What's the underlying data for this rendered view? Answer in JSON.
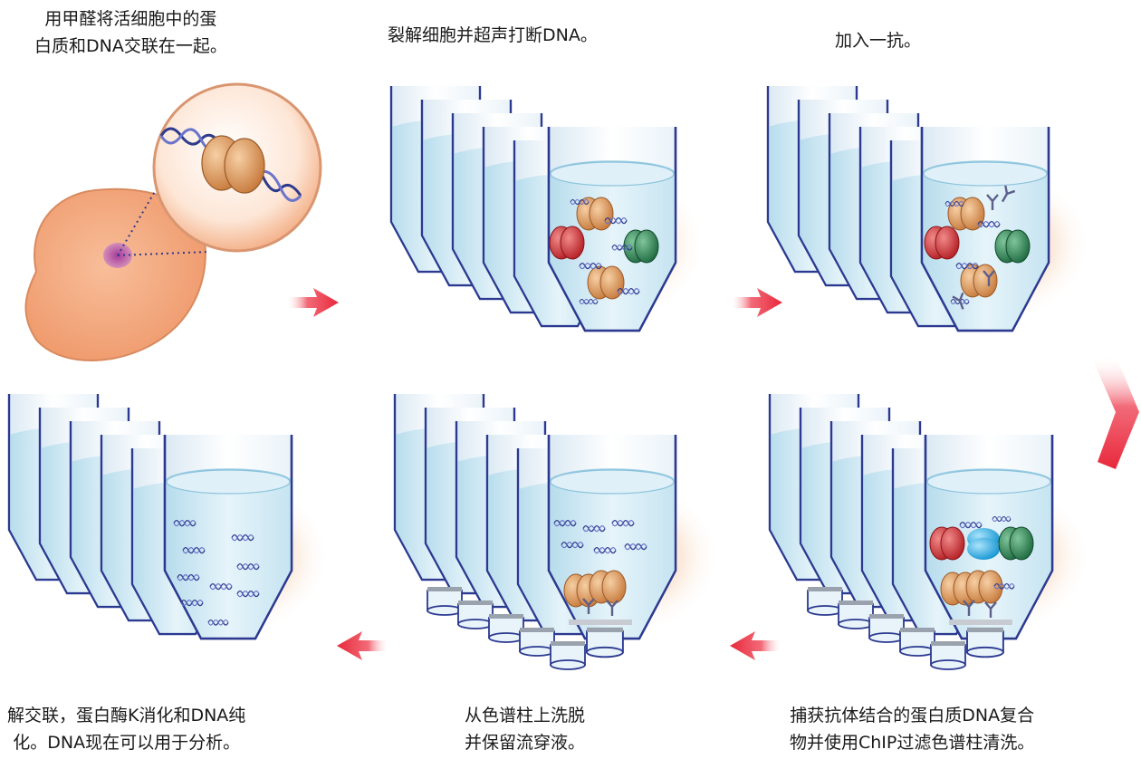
{
  "steps": [
    {
      "line1": "用甲醛将活细胞中的蛋",
      "line2": "白质和DNA交联在一起。"
    },
    {
      "line1": "裂解细胞并超声打断DNA。",
      "line2": ""
    },
    {
      "line1": "加入一抗。",
      "line2": ""
    },
    {
      "line1": "捕获抗体结合的蛋白质DNA复合",
      "line2": "物并使用ChIP过滤色谱柱清洗。"
    },
    {
      "line1": "从色谱柱上洗脱",
      "line2": "并保留流穿液。"
    },
    {
      "line1": "解交联，蛋白酶K消化和DNA纯",
      "line2": "化。DNA现在可以用于分析。"
    }
  ],
  "colors": {
    "arrow": "#e8283c",
    "cell": "#f4a77e",
    "tube_outline": "#2b3990",
    "liquid": "#c9e6f2",
    "dna": "#2e3a8c",
    "protein_orange": "#d9935a",
    "protein_red": "#cc2b2b",
    "protein_green": "#2e7d4f",
    "antibody_blue": "#29a8e0"
  }
}
